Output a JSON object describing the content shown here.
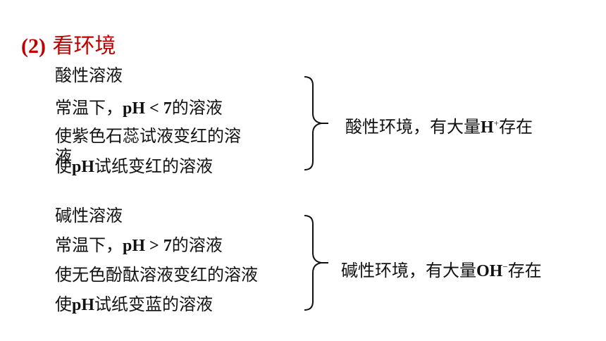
{
  "heading": {
    "number": "(2)",
    "text": "看环境"
  },
  "acid": {
    "lines": [
      "酸性溶液",
      "常温下，",
      "pH < 7",
      "的溶液",
      "使紫色石蕊试液变红的溶",
      "液",
      "使",
      "pH",
      "试纸变红的溶液"
    ],
    "result_prefix": "酸性环境，有大量",
    "ion": "H",
    "charge": "+",
    "result_suffix": "存在"
  },
  "base": {
    "lines": [
      "碱性溶液",
      "常温下，",
      "pH > 7",
      "的溶液",
      "使无色酚酞溶液变红的溶液",
      "使",
      "pH",
      "试纸变蓝的溶液"
    ],
    "result_prefix": "碱性环境，有大量",
    "ion": "OH",
    "charge": "−",
    "result_suffix": "存在"
  }
}
